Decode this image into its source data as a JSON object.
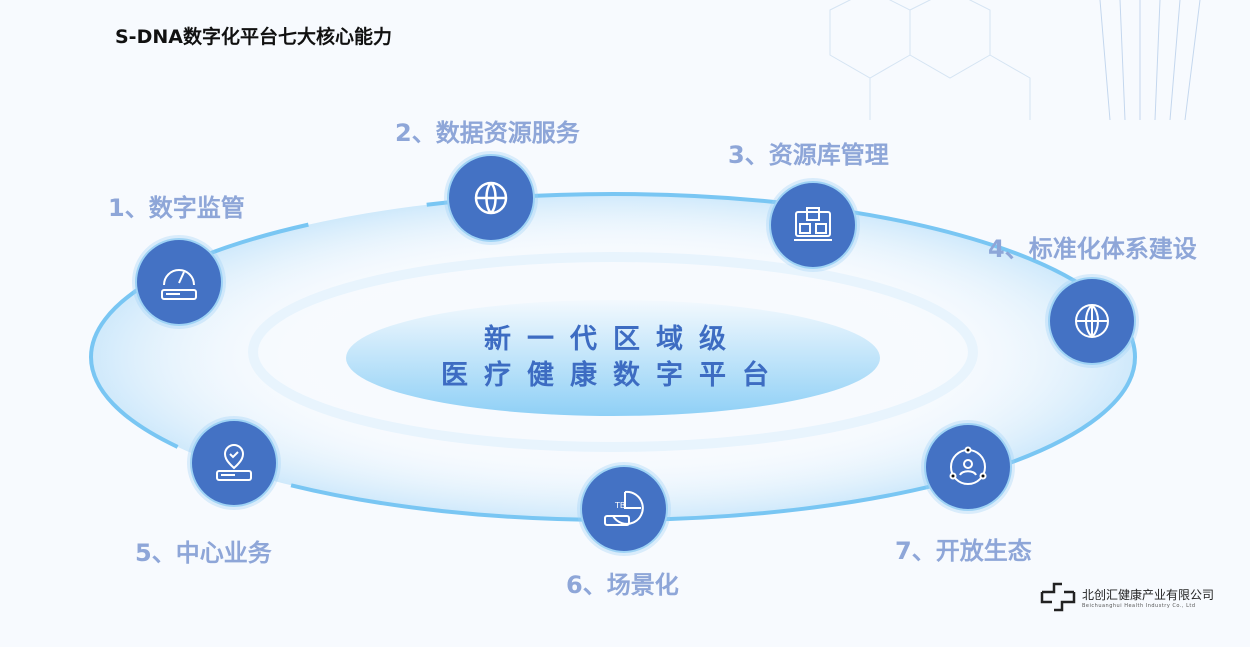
{
  "title": "S-DNA数字化平台七大核心能力",
  "center": {
    "line1": "新一代区域级",
    "line2": "医疗健康数字平台"
  },
  "capabilities": [
    {
      "label": "1、数字监管",
      "icon": "gauge-icon"
    },
    {
      "label": "2、数据资源服务",
      "icon": "globe-refresh-icon"
    },
    {
      "label": "3、资源库管理",
      "icon": "media-library-icon"
    },
    {
      "label": "4、标准化体系建设",
      "icon": "globe-network-icon"
    },
    {
      "label": "5、中心业务",
      "icon": "location-check-icon"
    },
    {
      "label": "6、场景化",
      "icon": "tb-storage-chart-icon"
    },
    {
      "label": "7、开放生态",
      "icon": "user-orbit-icon"
    }
  ],
  "logo": {
    "name": "北创汇健康产业有限公司",
    "subtitle": "Beichuanghui Health Industry Co., Ltd"
  },
  "colors": {
    "node": "#4472c4",
    "label": "#8ea6d8",
    "center_text": "#3d6cc2"
  }
}
